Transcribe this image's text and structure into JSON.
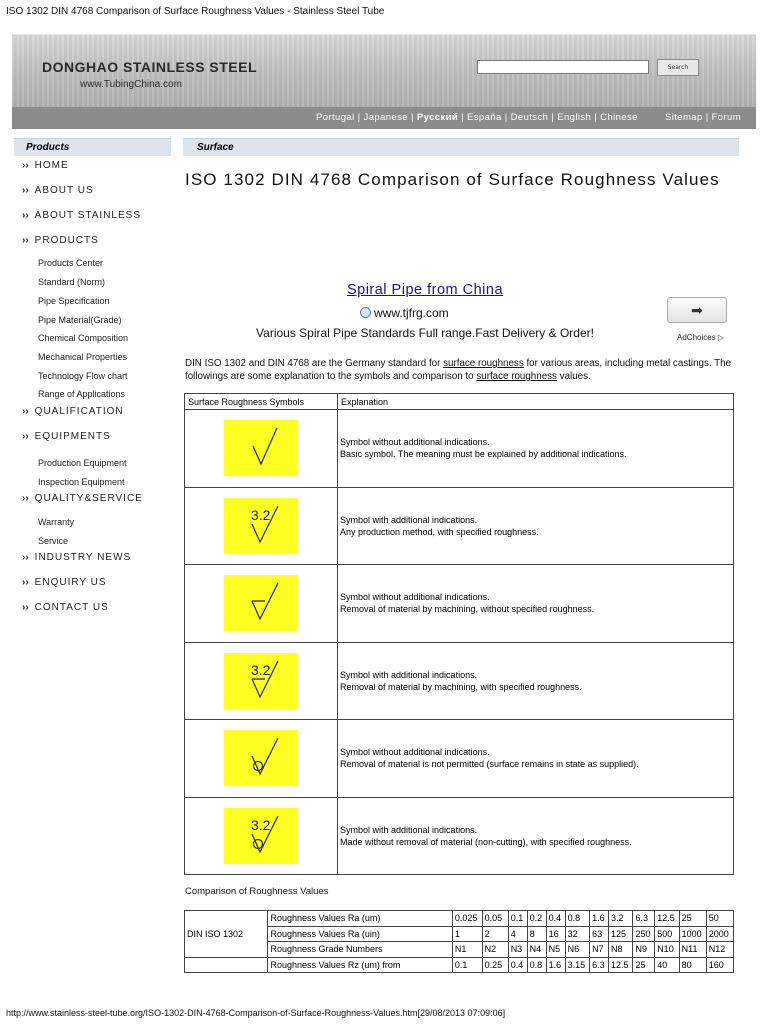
{
  "doc_title": "ISO 1302 DIN 4768 Comparison of Surface Roughness Values - Stainless Steel Tube",
  "footer_url": "http://www.stainless-steel-tube.org/ISO-1302-DIN-4768-Comparison-of-Surface-Roughness-Values.htm[29/08/2013 07:09:06]",
  "header": {
    "brand": "DONGHAO STAINLESS STEEL",
    "brand_url": "www.TubingChina.com",
    "search_placeholder": "",
    "search_button": "Search",
    "languages": [
      "Portugal",
      "Japanese",
      "Русский",
      "España",
      "Deutsch",
      "English",
      "Chinese"
    ],
    "site_links": [
      "Sitemap",
      "Forum"
    ]
  },
  "sidebar": {
    "heading": "Products",
    "nav": [
      {
        "label": "HOME"
      },
      {
        "label": "ABOUT US"
      },
      {
        "label": "ABOUT STAINLESS"
      },
      {
        "label": "PRODUCTS",
        "children": [
          "Products Center",
          "Standard (Norm)",
          "Pipe Specification",
          "Pipe Material(Grade)",
          "Chemical Composition",
          "Mechanical Properties",
          "Technology Flow chart",
          "Range of Applications"
        ]
      },
      {
        "label": "QUALIFICATION"
      },
      {
        "label": "EQUIPMENTS",
        "children": [
          "Production Equipment",
          "Inspection Equipment"
        ]
      },
      {
        "label": "QUALITY&SERVICE",
        "children": [
          "Warranty",
          "Service"
        ]
      },
      {
        "label": "INDUSTRY NEWS"
      },
      {
        "label": "ENQUIRY US"
      },
      {
        "label": "CONTACT US"
      }
    ]
  },
  "main": {
    "section": "Surface",
    "title": "ISO 1302 DIN 4768 Comparison of Surface Roughness Values",
    "ad": {
      "title": "Spiral Pipe from China",
      "url": "www.tjfrg.com",
      "description": "Various Spiral Pipe Standards Full range.Fast Delivery & Order!",
      "adchoices": "AdChoices"
    },
    "intro": {
      "p1": "DIN ISO 1302 and DIN 4768 are the Germany standard for ",
      "link1": "surface roughness",
      "p2": " for various areas, including metal castings. The followings are some explanation to the symbols and comparison to ",
      "link2": "surface roughness",
      "p3": " values."
    },
    "symbols_table": {
      "headers": [
        "Surface Roughness Symbols",
        "Explanation"
      ],
      "rows": [
        {
          "symbol": "basic-check-symbol",
          "value": "",
          "lines": [
            "Symbol without additional indications.",
            "Basic symbol. The meaning must be explained by additional indications."
          ]
        },
        {
          "symbol": "check-open-symbol",
          "value": "3.2",
          "lines": [
            "Symbol with additional indications.",
            "Any production method, with specified roughness."
          ]
        },
        {
          "symbol": "check-bar-symbol",
          "value": "",
          "lines": [
            "Symbol without additional indications.",
            "Removal of material by machining, without specified roughness."
          ]
        },
        {
          "symbol": "check-bar-symbol",
          "value": "3.2",
          "lines": [
            "Symbol with additional indications.",
            "Removal of material by machining, with specified roughness."
          ]
        },
        {
          "symbol": "check-circle-symbol",
          "value": "",
          "lines": [
            "Symbol without additional indications.",
            "Removal of material is not permitted (surface remains in state as supplied)."
          ]
        },
        {
          "symbol": "check-circle-symbol",
          "value": "3.2",
          "lines": [
            "Symbol with additional indications.",
            "Made without removal of material (non-cutting), with specified roughness."
          ]
        }
      ]
    },
    "comparison": {
      "label": "Comparison of Roughness Values",
      "group_label": "DIN ISO 1302",
      "rows": [
        {
          "name": "Roughness Values Ra (um)",
          "values": [
            "0.025",
            "0.05",
            "0.1",
            "0.2",
            "0.4",
            "0.8",
            "1.6",
            "3.2",
            "6.3",
            "12.5",
            "25",
            "50"
          ]
        },
        {
          "name": "Roughness Values Ra (uin)",
          "values": [
            "1",
            "2",
            "4",
            "8",
            "16",
            "32",
            "63",
            "125",
            "250",
            "500",
            "1000",
            "2000"
          ]
        },
        {
          "name": "Roughness Grade Numbers",
          "values": [
            "N1",
            "N2",
            "N3",
            "N4",
            "N5",
            "N6",
            "N7",
            "N8",
            "N9",
            "N10",
            "N11",
            "N12"
          ]
        },
        {
          "name": "Roughness Values Rz (um) from",
          "values": [
            "0.1",
            "0.25",
            "0.4",
            "0.8",
            "1.6",
            "3.15",
            "6.3",
            "12.5",
            "25",
            "40",
            "80",
            "160"
          ]
        }
      ]
    }
  },
  "colors": {
    "symbol_bg": "#ffff22",
    "section_bar": "#dde5ea",
    "header_bar": "#8c8c8c",
    "ad_link": "#1a0dab"
  }
}
